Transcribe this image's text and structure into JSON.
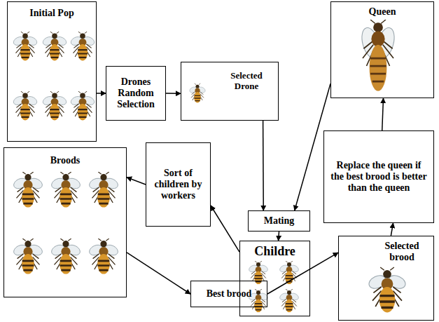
{
  "diagram": {
    "nodes": [
      {
        "text": [
          "Initial Pop"
        ]
      },
      {
        "text": [
          "Drones Random Selection"
        ]
      },
      {
        "text": [
          "Selected Drone"
        ]
      },
      {
        "text": [
          "Queen"
        ]
      },
      {
        "text": [
          "Mating"
        ]
      },
      {
        "text": [
          "Replace the queen if the best brood is better than the queen"
        ]
      },
      {
        "text": [
          "Broods"
        ]
      },
      {
        "text": [
          "Sort of children by workers"
        ]
      },
      {
        "text": [
          "Childre"
        ]
      },
      {
        "text": [
          "Best brood"
        ]
      },
      {
        "text": [
          "Selected brood"
        ]
      }
    ],
    "edges": [
      {
        "from": 0,
        "to": 1,
        "arrow": "to"
      },
      {
        "from": 1,
        "to": 2,
        "arrow": "to"
      },
      {
        "from": 2,
        "to": 4,
        "arrow": "to"
      },
      {
        "from": 3,
        "to": 4,
        "arrow": "to"
      },
      {
        "from": 4,
        "to": 8,
        "arrow": "to"
      },
      {
        "from": 8,
        "to": 7,
        "arrow": "to"
      },
      {
        "from": 7,
        "to": 6,
        "arrow": "to"
      },
      {
        "from": 6,
        "to": 9,
        "arrow": "to"
      },
      {
        "from": 9,
        "to": 10,
        "arrow": "to"
      },
      {
        "from": 10,
        "to": 5,
        "arrow": "to"
      },
      {
        "from": 5,
        "to": 3,
        "arrow": "to"
      }
    ]
  }
}
